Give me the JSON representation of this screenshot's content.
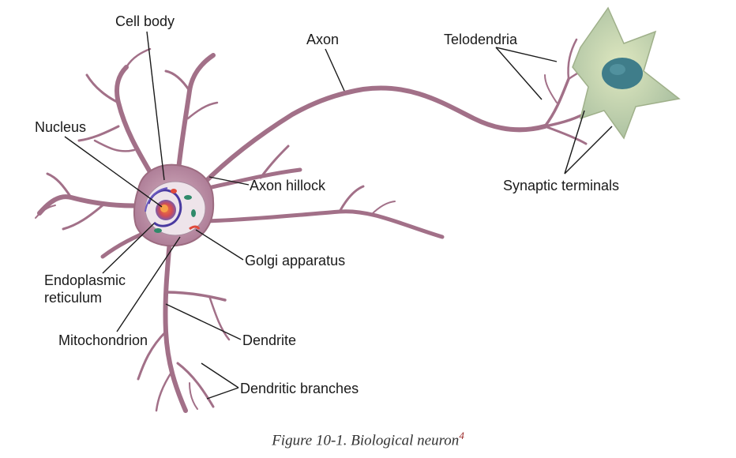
{
  "labels": {
    "cell_body": "Cell body",
    "axon": "Axon",
    "telodendria": "Telodendria",
    "nucleus": "Nucleus",
    "axon_hillock": "Axon hillock",
    "synaptic_terminals": "Synaptic terminals",
    "golgi_apparatus": "Golgi apparatus",
    "endoplasmic_reticulum_line1": "Endoplasmic",
    "endoplasmic_reticulum_line2": "reticulum",
    "mitochondrion": "Mitochondrion",
    "dendrite": "Dendrite",
    "dendritic_branches": "Dendritic branches"
  },
  "caption": {
    "text": "Figure 10-1. Biological neuron",
    "footnote": "4"
  },
  "colors": {
    "membrane": "#9c6b80",
    "membrane_light": "#c59aac",
    "cytoplasm": "#b88aa0",
    "nucleus_outline": "#4a3aa0",
    "nucleolus": "#e0572e",
    "target_cell": "#c9d6a0",
    "target_nucleus": "#3f7d8a",
    "leader_line": "#1a1a1a"
  }
}
